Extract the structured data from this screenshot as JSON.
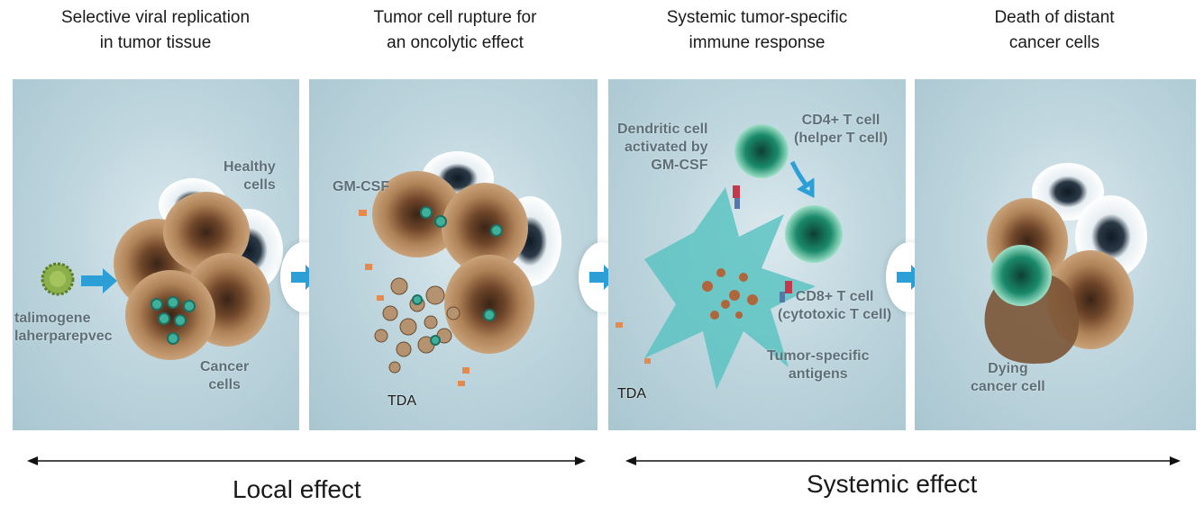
{
  "steps": [
    {
      "heading": "Selective viral replication\nin tumor tissue"
    },
    {
      "heading": "Tumor cell rupture for\nan oncolytic effect"
    },
    {
      "heading": "Systemic tumor-specific\nimmune response"
    },
    {
      "heading": "Death of distant\ncancer cells"
    }
  ],
  "panel1": {
    "healthy": "Healthy\ncells",
    "virus": "talimogene\nlaherparepvec",
    "cancer": "Cancer\ncells"
  },
  "panel2": {
    "gmcsf": "GM-CSF",
    "tda": "TDA"
  },
  "panel3": {
    "dendritic": "Dendritic cell\nactivated by\nGM-CSF",
    "cd4": "CD4+ T cell\n(helper T cell)",
    "cd8": "CD8+ T cell\n(cytotoxic T cell)",
    "antigens": "Tumor-specific\nantigens",
    "tda": "TDA"
  },
  "panel4": {
    "dying": "Dying\ncancer cell"
  },
  "effects": {
    "local": "Local effect",
    "systemic": "Systemic effect"
  },
  "colors": {
    "arrow_blue": "#2b9fd6",
    "cell_brown": "#8a5d3a",
    "immune_green": "#1a8a6a",
    "dendritic_teal": "#5cc3c2"
  }
}
